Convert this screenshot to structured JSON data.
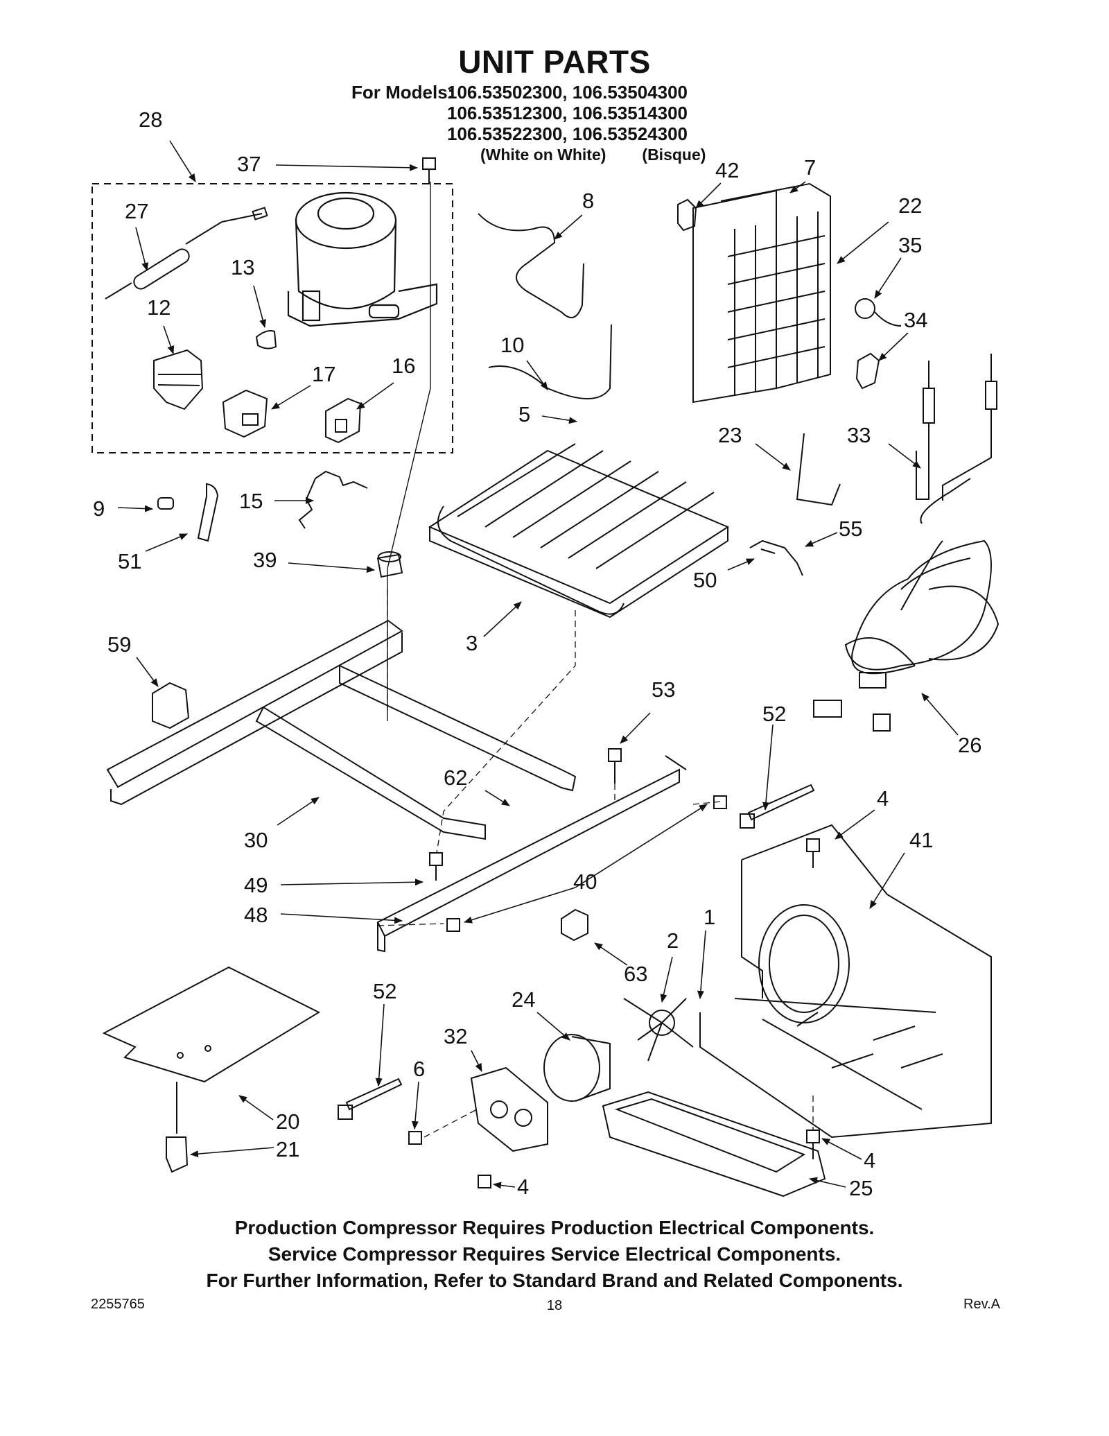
{
  "title": "UNIT PARTS",
  "models": {
    "prefix": "For Models:",
    "rows": [
      "106.53502300, 106.53504300",
      "106.53512300, 106.53514300",
      "106.53522300, 106.53524300"
    ],
    "variants": [
      "(White on White)",
      "(Bisque)"
    ]
  },
  "part_labels": [
    "28",
    "37",
    "27",
    "13",
    "12",
    "17",
    "16",
    "8",
    "10",
    "5",
    "42",
    "7",
    "22",
    "35",
    "34",
    "23",
    "33",
    "9",
    "15",
    "51",
    "39",
    "3",
    "55",
    "50",
    "59",
    "53",
    "52",
    "26",
    "62",
    "4",
    "41",
    "30",
    "49",
    "40",
    "48",
    "2",
    "1",
    "63",
    "52",
    "24",
    "32",
    "6",
    "20",
    "21",
    "4",
    "25",
    "4"
  ],
  "notes": [
    "Production Compressor Requires Production Electrical Components.",
    "Service Compressor Requires Service Electrical Components.",
    "For Further Information, Refer to Standard Brand and Related Components."
  ],
  "footer": {
    "doc_number": "2255765",
    "page": "18",
    "revision": "Rev.A"
  }
}
